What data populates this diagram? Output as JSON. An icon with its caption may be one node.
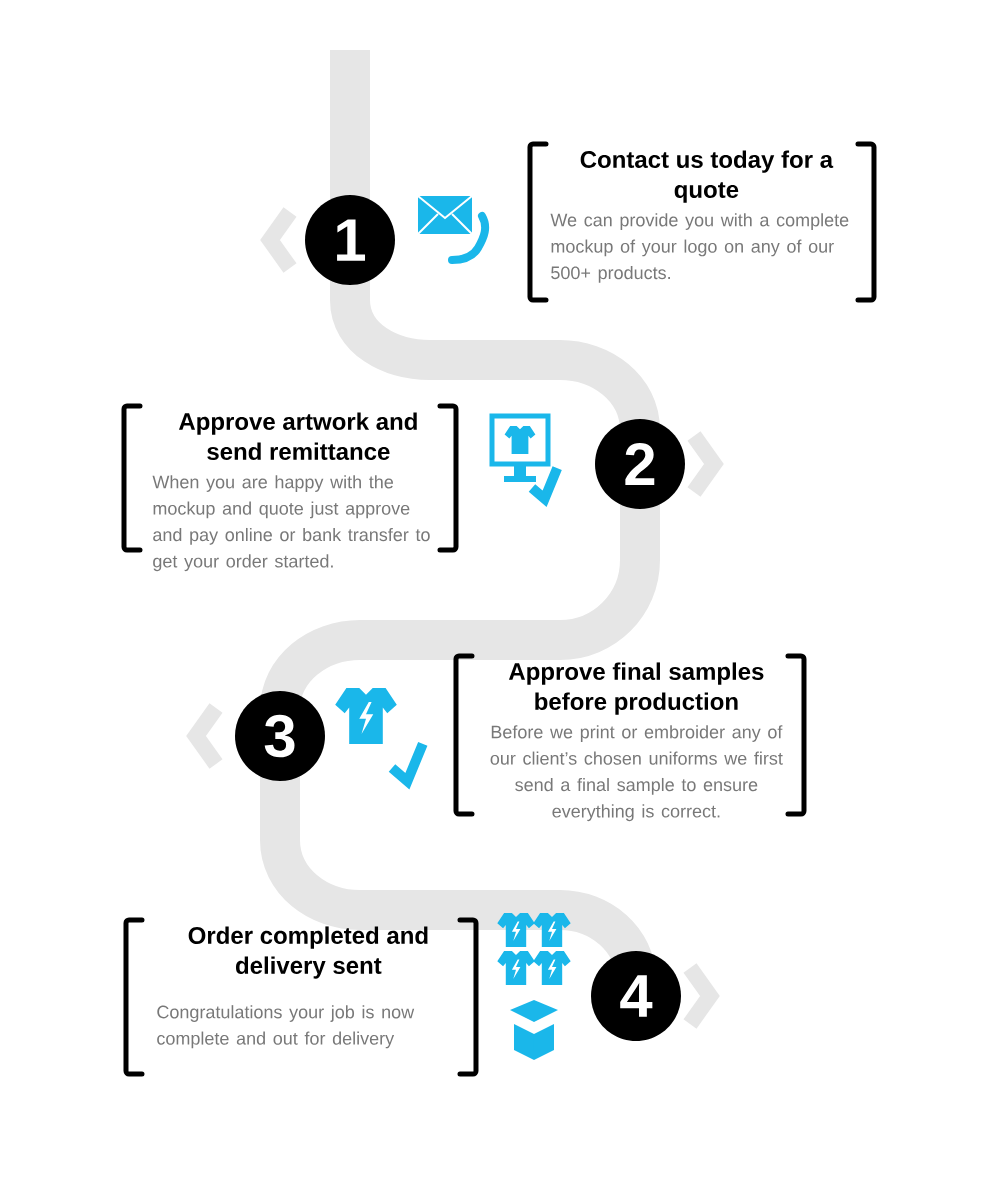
{
  "diagram": {
    "nodes": [
      {
        "text": [
          "1"
        ]
      },
      {
        "text": [
          "Contact us today for a quote",
          "We can provide you with a complete mockup of your logo on any of our 500+ products."
        ]
      },
      {
        "text": [
          "Approve artwork and send remittance",
          "When you are happy with the mockup and quote just approve and pay online or bank transfer to get your order started."
        ]
      },
      {
        "text": [
          "2"
        ]
      },
      {
        "text": [
          "3"
        ]
      },
      {
        "text": [
          "Approve final samples before production",
          "Before we print or embroider any of our client’s chosen uniforms we first send a final sample to ensure everything is correct."
        ]
      },
      {
        "text": [
          "Order completed and delivery sent",
          "Congratulations your job is now complete and out for delivery"
        ]
      },
      {
        "text": [
          "4"
        ]
      }
    ]
  }
}
